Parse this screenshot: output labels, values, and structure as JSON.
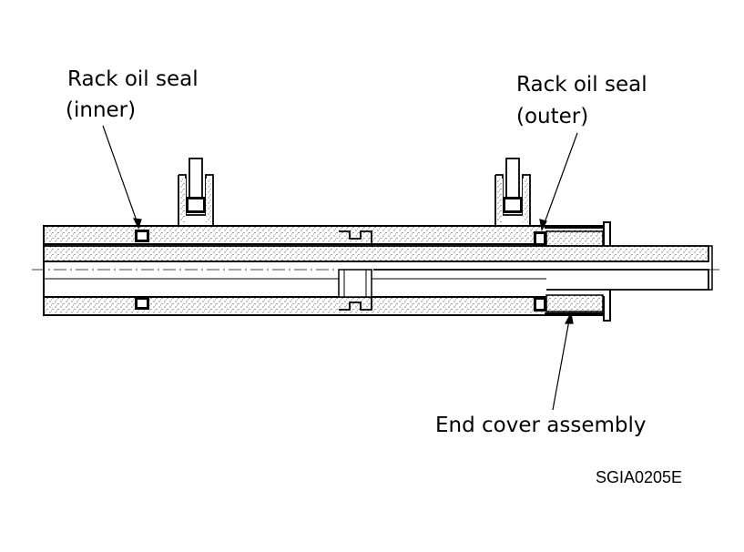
{
  "labels": {
    "inner_seal_line1": "Rack oil seal",
    "inner_seal_line2": "(inner)",
    "outer_seal_line1": "Rack oil seal",
    "outer_seal_line2": "(outer)",
    "end_cover": "End cover assembly"
  },
  "figure_code": "SGIA0205E"
}
